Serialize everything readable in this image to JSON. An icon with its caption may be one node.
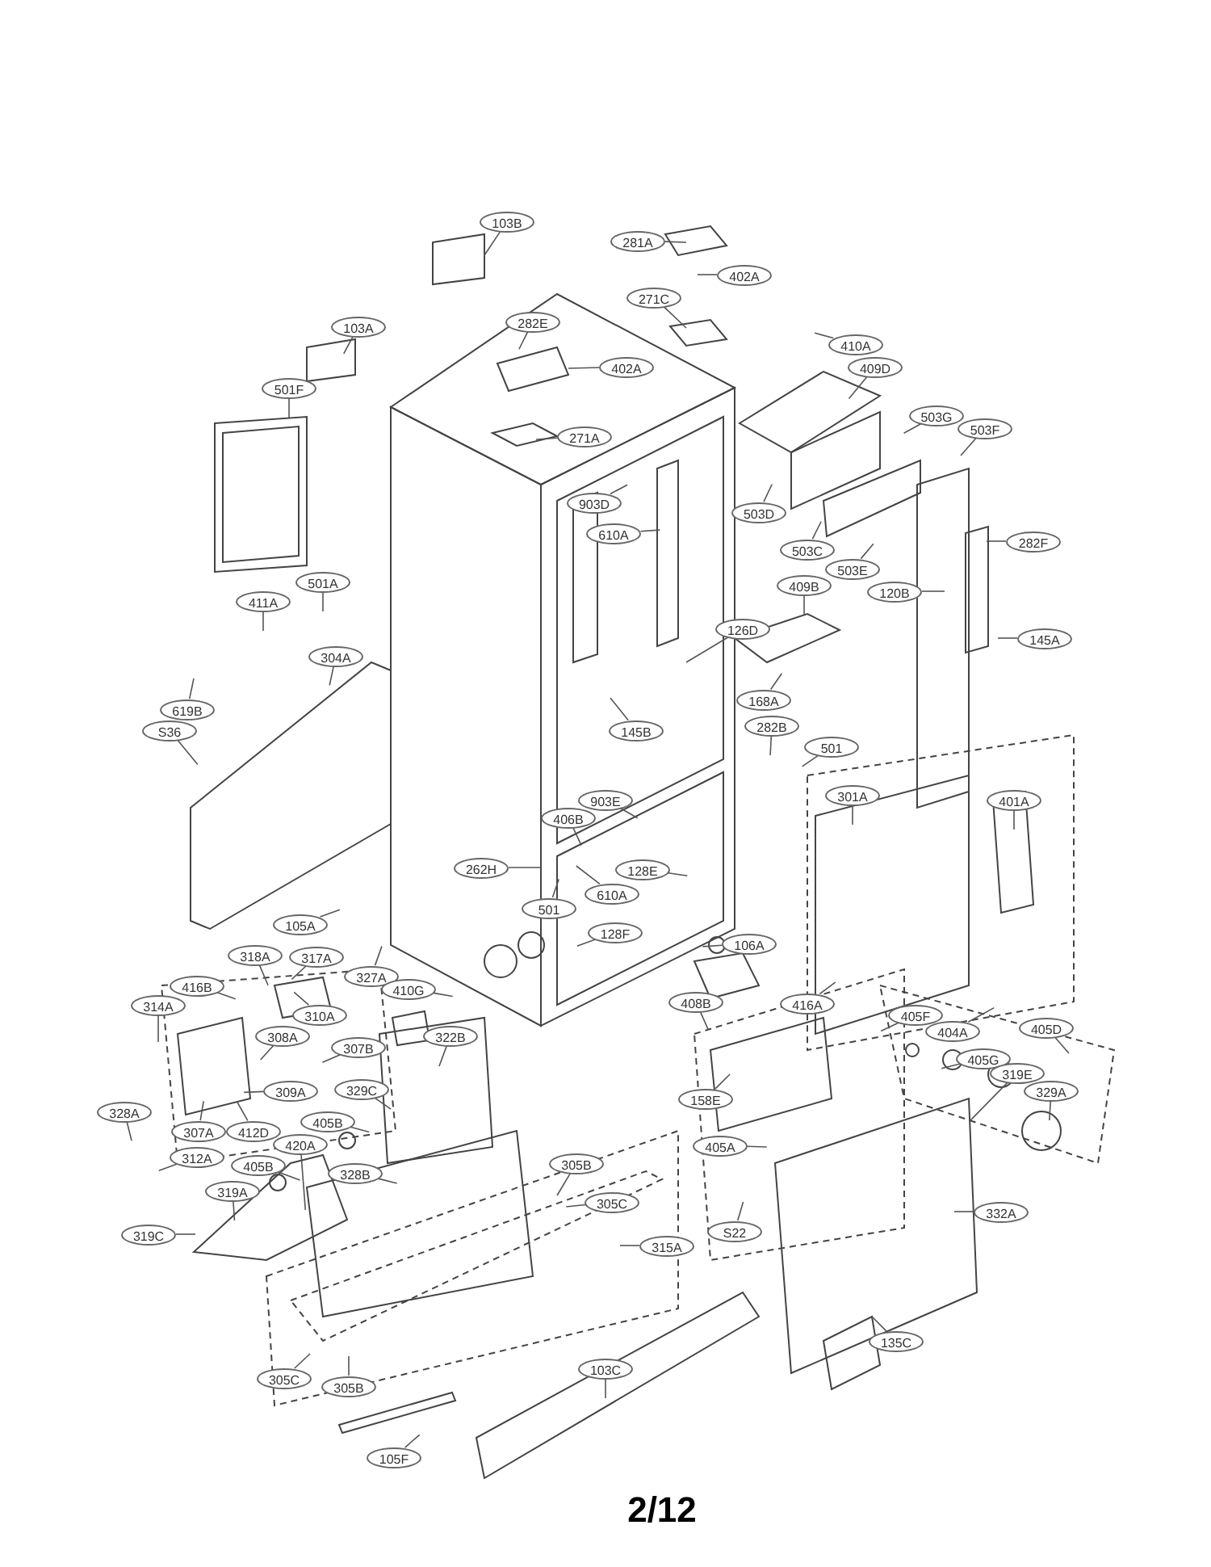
{
  "diagram": {
    "nodes": [
      {
        "text": [
          "103B"
        ]
      },
      {
        "text": [
          "281A"
        ]
      },
      {
        "text": [
          "402A"
        ]
      },
      {
        "text": [
          "282E"
        ]
      },
      {
        "text": [
          "271C"
        ]
      },
      {
        "text": [
          "103A"
        ]
      },
      {
        "text": [
          "402A"
        ]
      },
      {
        "text": [
          "410A"
        ]
      },
      {
        "text": [
          "409D"
        ]
      },
      {
        "text": [
          "501F"
        ]
      },
      {
        "text": [
          "271A"
        ]
      },
      {
        "text": [
          "503G"
        ]
      },
      {
        "text": [
          "503F"
        ]
      },
      {
        "text": [
          "903D"
        ]
      },
      {
        "text": [
          "610A"
        ]
      },
      {
        "text": [
          "503D"
        ]
      },
      {
        "text": [
          "503C"
        ]
      },
      {
        "text": [
          "503E"
        ]
      },
      {
        "text": [
          "282F"
        ]
      },
      {
        "text": [
          "501A"
        ]
      },
      {
        "text": [
          "411A"
        ]
      },
      {
        "text": [
          "409B"
        ]
      },
      {
        "text": [
          "120B"
        ]
      },
      {
        "text": [
          "126D"
        ]
      },
      {
        "text": [
          "145A"
        ]
      },
      {
        "text": [
          "304A"
        ]
      },
      {
        "text": [
          "145B"
        ]
      },
      {
        "text": [
          "619B"
        ]
      },
      {
        "text": [
          "S36"
        ]
      },
      {
        "text": [
          "168A"
        ]
      },
      {
        "text": [
          "282B"
        ]
      },
      {
        "text": [
          "501"
        ]
      },
      {
        "text": [
          "301A"
        ]
      },
      {
        "text": [
          "401A"
        ]
      },
      {
        "text": [
          "903E"
        ]
      },
      {
        "text": [
          "406B"
        ]
      },
      {
        "text": [
          "262H"
        ]
      },
      {
        "text": [
          "610A"
        ]
      },
      {
        "text": [
          "128E"
        ]
      },
      {
        "text": [
          "501"
        ]
      },
      {
        "text": [
          "128F"
        ]
      },
      {
        "text": [
          "105A"
        ]
      },
      {
        "text": [
          "106A"
        ]
      },
      {
        "text": [
          "318A"
        ]
      },
      {
        "text": [
          "317A"
        ]
      },
      {
        "text": [
          "327A"
        ]
      },
      {
        "text": [
          "416B"
        ]
      },
      {
        "text": [
          "410G"
        ]
      },
      {
        "text": [
          "314A"
        ]
      },
      {
        "text": [
          "310A"
        ]
      },
      {
        "text": [
          "322B"
        ]
      },
      {
        "text": [
          "408B"
        ]
      },
      {
        "text": [
          "416A"
        ]
      },
      {
        "text": [
          "405F"
        ]
      },
      {
        "text": [
          "404A"
        ]
      },
      {
        "text": [
          "405D"
        ]
      },
      {
        "text": [
          "308A"
        ]
      },
      {
        "text": [
          "307B"
        ]
      },
      {
        "text": [
          "405G"
        ]
      },
      {
        "text": [
          "319E"
        ]
      },
      {
        "text": [
          "329A"
        ]
      },
      {
        "text": [
          "329C"
        ]
      },
      {
        "text": [
          "309A"
        ]
      },
      {
        "text": [
          "405B"
        ]
      },
      {
        "text": [
          "158E"
        ]
      },
      {
        "text": [
          "420A"
        ]
      },
      {
        "text": [
          "405A"
        ]
      },
      {
        "text": [
          "328A"
        ]
      },
      {
        "text": [
          "307A"
        ]
      },
      {
        "text": [
          "412D"
        ]
      },
      {
        "text": [
          "312A"
        ]
      },
      {
        "text": [
          "405B"
        ]
      },
      {
        "text": [
          "328B"
        ]
      },
      {
        "text": [
          "305B"
        ]
      },
      {
        "text": [
          "305C"
        ]
      },
      {
        "text": [
          "319A"
        ]
      },
      {
        "text": [
          "319C"
        ]
      },
      {
        "text": [
          "315A"
        ]
      },
      {
        "text": [
          "S22"
        ]
      },
      {
        "text": [
          "332A"
        ]
      },
      {
        "text": [
          "305C"
        ]
      },
      {
        "text": [
          "305B"
        ]
      },
      {
        "text": [
          "103C"
        ]
      },
      {
        "text": [
          "135C"
        ]
      },
      {
        "text": [
          "105F"
        ]
      }
    ],
    "edges": [
      {
        "from": 0,
        "to": null,
        "arrow": "none"
      },
      {
        "from": 1,
        "to": null,
        "arrow": "none"
      },
      {
        "from": 2,
        "to": null,
        "arrow": "none"
      },
      {
        "from": 3,
        "to": null,
        "arrow": "none"
      },
      {
        "from": 4,
        "to": null,
        "arrow": "none"
      },
      {
        "from": 5,
        "to": null,
        "arrow": "none"
      },
      {
        "from": 6,
        "to": null,
        "arrow": "none"
      },
      {
        "from": 7,
        "to": null,
        "arrow": "none"
      },
      {
        "from": 8,
        "to": null,
        "arrow": "none"
      },
      {
        "from": 9,
        "to": null,
        "arrow": "none"
      },
      {
        "from": 10,
        "to": null,
        "arrow": "none"
      },
      {
        "from": 11,
        "to": null,
        "arrow": "none"
      },
      {
        "from": 12,
        "to": null,
        "arrow": "none"
      },
      {
        "from": 13,
        "to": null,
        "arrow": "none"
      },
      {
        "from": 14,
        "to": null,
        "arrow": "none"
      },
      {
        "from": 15,
        "to": null,
        "arrow": "none"
      },
      {
        "from": 16,
        "to": null,
        "arrow": "none"
      },
      {
        "from": 17,
        "to": null,
        "arrow": "none"
      },
      {
        "from": 18,
        "to": null,
        "arrow": "none"
      },
      {
        "from": 19,
        "to": null,
        "arrow": "none"
      },
      {
        "from": 20,
        "to": null,
        "arrow": "none"
      },
      {
        "from": 21,
        "to": null,
        "arrow": "none"
      },
      {
        "from": 22,
        "to": null,
        "arrow": "none"
      },
      {
        "from": 23,
        "to": null,
        "arrow": "none"
      },
      {
        "from": 24,
        "to": null,
        "arrow": "none"
      },
      {
        "from": 25,
        "to": null,
        "arrow": "none"
      },
      {
        "from": 26,
        "to": null,
        "arrow": "none"
      },
      {
        "from": 27,
        "to": null,
        "arrow": "none"
      },
      {
        "from": 28,
        "to": null,
        "arrow": "none"
      },
      {
        "from": 29,
        "to": null,
        "arrow": "none"
      },
      {
        "from": 30,
        "to": null,
        "arrow": "none"
      },
      {
        "from": 31,
        "to": null,
        "arrow": "none"
      },
      {
        "from": 32,
        "to": null,
        "arrow": "none"
      },
      {
        "from": 33,
        "to": null,
        "arrow": "none"
      },
      {
        "from": 34,
        "to": null,
        "arrow": "none"
      },
      {
        "from": 35,
        "to": null,
        "arrow": "none"
      },
      {
        "from": 36,
        "to": null,
        "arrow": "none"
      },
      {
        "from": 37,
        "to": null,
        "arrow": "none"
      },
      {
        "from": 38,
        "to": null,
        "arrow": "none"
      },
      {
        "from": 39,
        "to": null,
        "arrow": "none"
      },
      {
        "from": 40,
        "to": null,
        "arrow": "none"
      },
      {
        "from": 41,
        "to": null,
        "arrow": "none"
      },
      {
        "from": 42,
        "to": null,
        "arrow": "none"
      },
      {
        "from": 43,
        "to": null,
        "arrow": "none"
      },
      {
        "from": 44,
        "to": null,
        "arrow": "none"
      },
      {
        "from": 45,
        "to": null,
        "arrow": "none"
      },
      {
        "from": 46,
        "to": null,
        "arrow": "none"
      },
      {
        "from": 47,
        "to": null,
        "arrow": "none"
      },
      {
        "from": 48,
        "to": null,
        "arrow": "none"
      },
      {
        "from": 49,
        "to": null,
        "arrow": "none"
      },
      {
        "from": 50,
        "to": null,
        "arrow": "none"
      },
      {
        "from": 51,
        "to": null,
        "arrow": "none"
      },
      {
        "from": 52,
        "to": null,
        "arrow": "none"
      },
      {
        "from": 53,
        "to": null,
        "arrow": "none"
      },
      {
        "from": 54,
        "to": null,
        "arrow": "none"
      },
      {
        "from": 55,
        "to": null,
        "arrow": "none"
      },
      {
        "from": 56,
        "to": null,
        "arrow": "none"
      },
      {
        "from": 57,
        "to": null,
        "arrow": "none"
      },
      {
        "from": 58,
        "to": null,
        "arrow": "none"
      },
      {
        "from": 59,
        "to": null,
        "arrow": "none"
      },
      {
        "from": 60,
        "to": null,
        "arrow": "none"
      },
      {
        "from": 61,
        "to": null,
        "arrow": "none"
      },
      {
        "from": 62,
        "to": null,
        "arrow": "none"
      },
      {
        "from": 63,
        "to": null,
        "arrow": "none"
      },
      {
        "from": 64,
        "to": null,
        "arrow": "none"
      },
      {
        "from": 65,
        "to": null,
        "arrow": "none"
      },
      {
        "from": 66,
        "to": null,
        "arrow": "none"
      },
      {
        "from": 67,
        "to": null,
        "arrow": "none"
      },
      {
        "from": 68,
        "to": null,
        "arrow": "none"
      },
      {
        "from": 69,
        "to": null,
        "arrow": "none"
      },
      {
        "from": 70,
        "to": null,
        "arrow": "none"
      },
      {
        "from": 71,
        "to": null,
        "arrow": "none"
      },
      {
        "from": 72,
        "to": null,
        "arrow": "none"
      },
      {
        "from": 73,
        "to": null,
        "arrow": "none"
      },
      {
        "from": 74,
        "to": null,
        "arrow": "none"
      },
      {
        "from": 75,
        "to": null,
        "arrow": "none"
      },
      {
        "from": 76,
        "to": null,
        "arrow": "none"
      },
      {
        "from": 77,
        "to": null,
        "arrow": "none"
      },
      {
        "from": 78,
        "to": null,
        "arrow": "none"
      },
      {
        "from": 79,
        "to": null,
        "arrow": "none"
      },
      {
        "from": 80,
        "to": null,
        "arrow": "none"
      },
      {
        "from": 81,
        "to": null,
        "arrow": "none"
      },
      {
        "from": 82,
        "to": null,
        "arrow": "none"
      },
      {
        "from": 83,
        "to": null,
        "arrow": "none"
      },
      {
        "from": 84,
        "to": null,
        "arrow": "none"
      }
    ],
    "labels": [
      "2/12"
    ]
  }
}
